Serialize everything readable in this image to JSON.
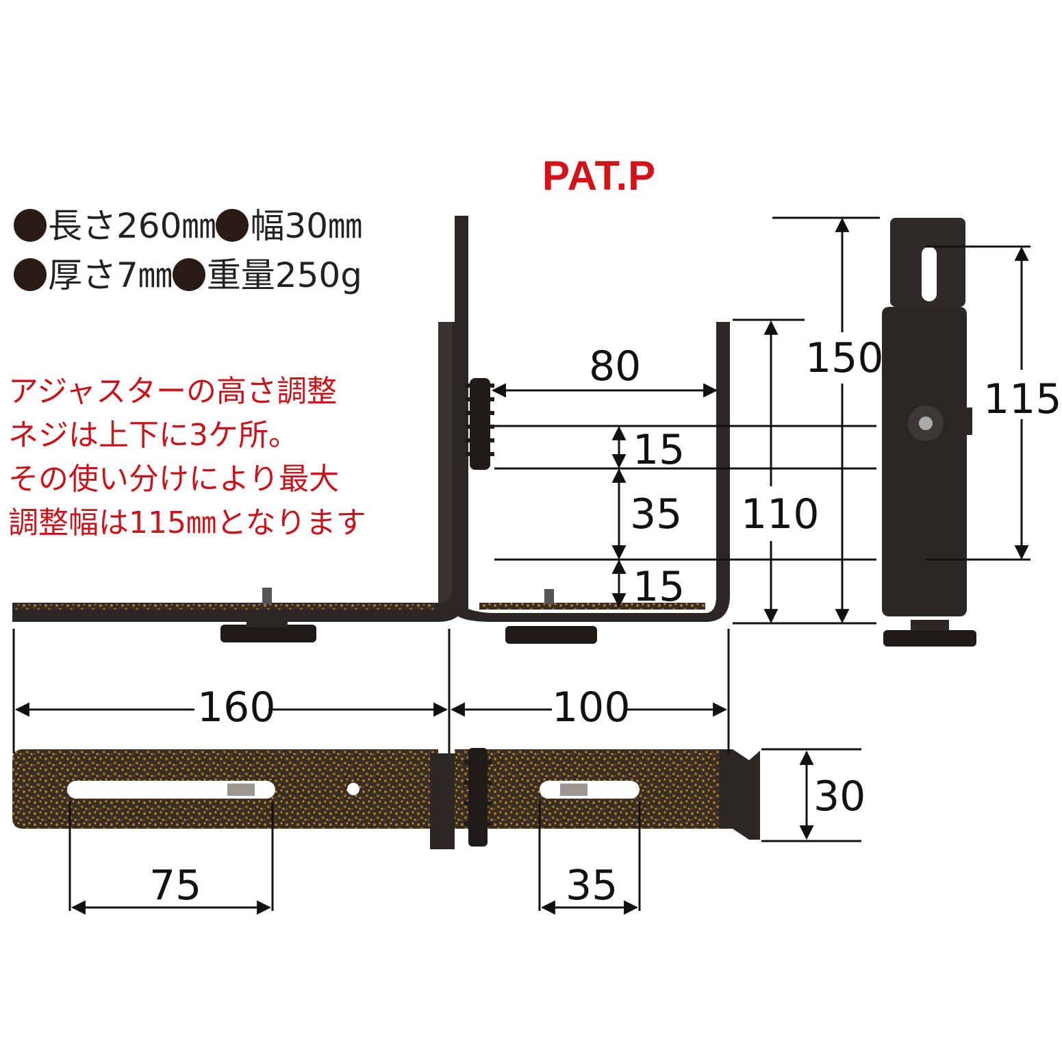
{
  "patent_mark": "PAT.P",
  "specs": {
    "length": "長さ260㎜",
    "width": "幅30㎜",
    "thickness": "厚さ7㎜",
    "weight": "重量250g"
  },
  "note_lines": [
    "アジャスターの高さ調整",
    "ネジは上下に3ケ所。",
    "その使い分けにより最大",
    "調整幅は115㎜となります"
  ],
  "dimensions": {
    "inner_width": "80",
    "hole_spacing_top": "15",
    "hole_spacing_mid": "35",
    "hole_spacing_bottom": "15",
    "inner_height": "110",
    "total_height": "150",
    "adjust_range": "115",
    "left_length": "160",
    "right_length": "100",
    "left_slot": "75",
    "right_slot": "35",
    "width": "30"
  },
  "colors": {
    "metal_dark": "#2b2724",
    "metal_bronze": "#8a6a3a",
    "patent_red": "#d0141a",
    "note_red": "#c4161c"
  }
}
